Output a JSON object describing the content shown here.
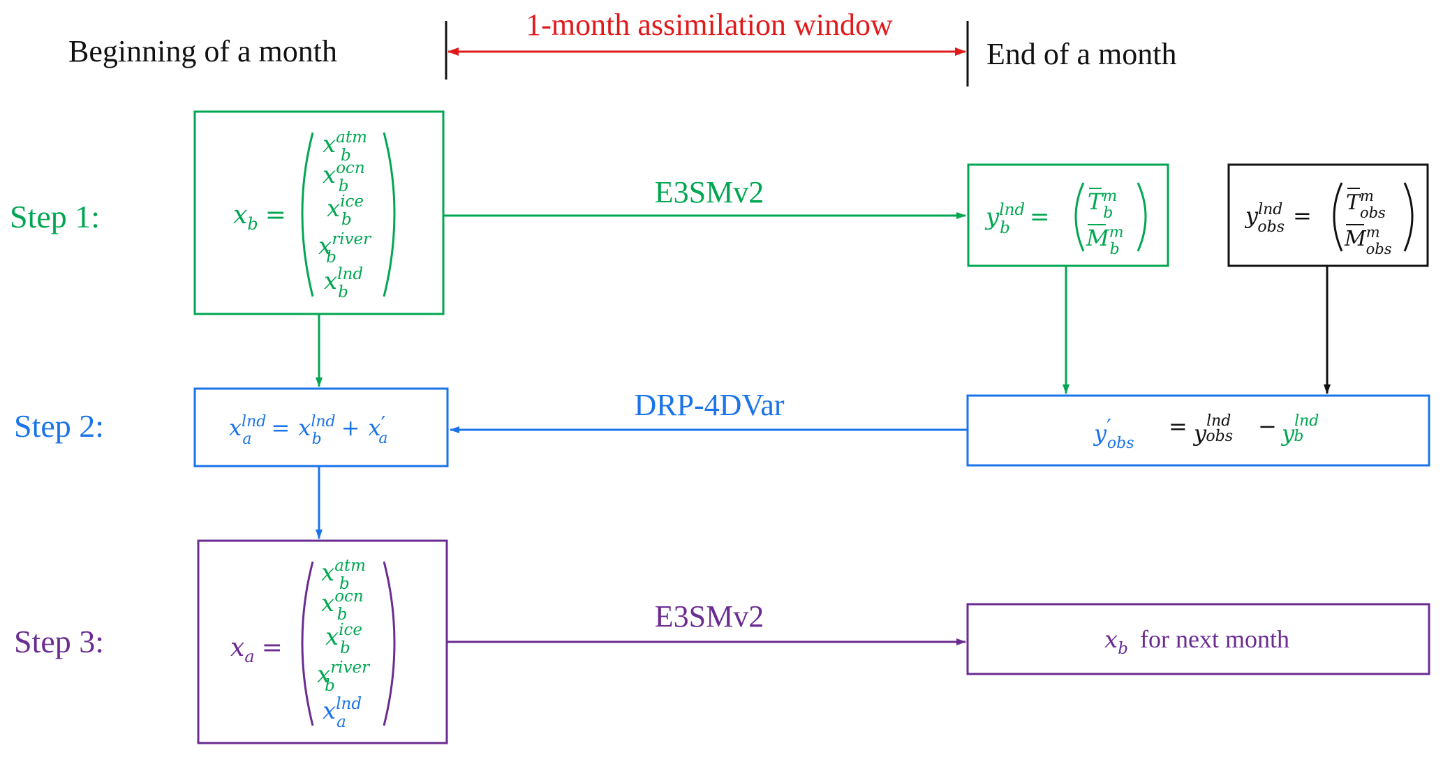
{
  "colors": {
    "step1": "#00a651",
    "step2": "#1a73e8",
    "step3": "#6a2c91",
    "window": "#e0191b",
    "obs": "#111111"
  },
  "header": {
    "beginning": "Beginning of a month",
    "window": "1-month assimilation window",
    "end": "End of a month"
  },
  "steps": {
    "step1": "Step 1:",
    "step2": "Step 2:",
    "step3": "Step 3:"
  },
  "arrows": {
    "step1_model": "E3SMv2",
    "step2_method": "DRP-4DVar",
    "step3_model": "E3SMv2"
  },
  "sym": {
    "x": "x",
    "y": "y",
    "T": "T",
    "M": "M",
    "b": "b",
    "a": "a",
    "eq": "=",
    "plus": "+",
    "minus": "−",
    "prime": "′"
  },
  "sup": {
    "atm": "atm",
    "ocn": "ocn",
    "ice": "ice",
    "river": "river",
    "lnd": "lnd",
    "m": "m"
  },
  "sub": {
    "obs": "obs"
  },
  "step3_right": {
    "text": "for next month"
  }
}
